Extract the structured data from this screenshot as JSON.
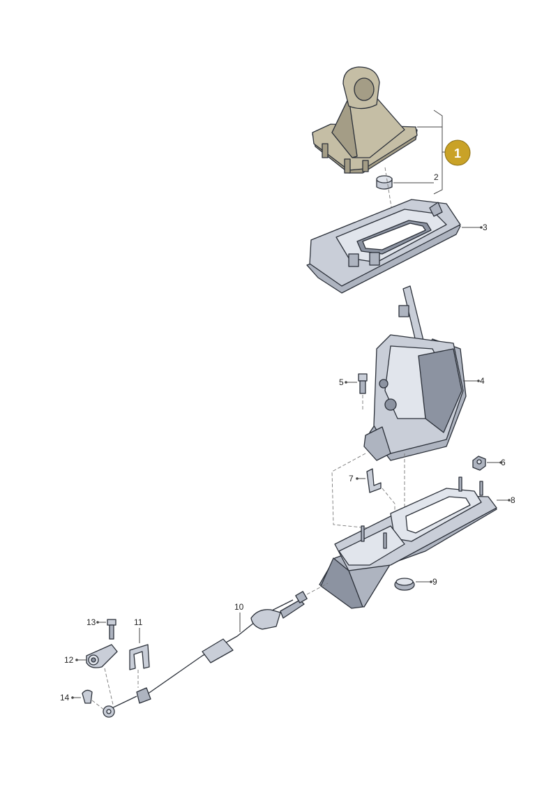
{
  "diagram": {
    "highlight_color": "#c9a227",
    "badge": {
      "label": "1"
    },
    "callouts": [
      {
        "id": "2",
        "label": "2"
      },
      {
        "id": "3",
        "label": "3"
      },
      {
        "id": "4",
        "label": "4"
      },
      {
        "id": "5",
        "label": "5"
      },
      {
        "id": "6",
        "label": "6"
      },
      {
        "id": "7",
        "label": "7"
      },
      {
        "id": "8",
        "label": "8"
      },
      {
        "id": "9",
        "label": "9"
      },
      {
        "id": "10",
        "label": "10"
      },
      {
        "id": "11",
        "label": "11"
      },
      {
        "id": "12",
        "label": "12"
      },
      {
        "id": "13",
        "label": "13"
      },
      {
        "id": "14",
        "label": "14"
      }
    ]
  }
}
